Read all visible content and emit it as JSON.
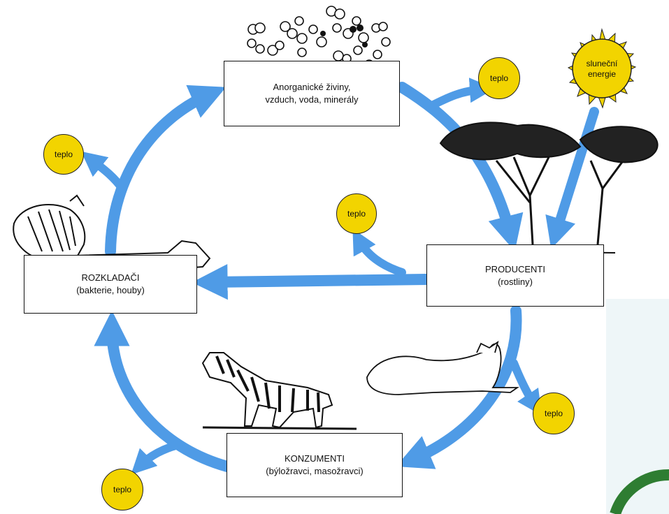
{
  "nodes": {
    "inorganic": {
      "line1": "Anorganické živiny,",
      "line2": "vzduch, voda, minerály"
    },
    "producers": {
      "line1": "PRODUCENTI",
      "line2": "(rostliny)"
    },
    "consumers": {
      "line1": "KONZUMENTI",
      "line2": "(býložravci, masožravci)"
    },
    "decomposers": {
      "line1": "ROZKLADAČI",
      "line2": "(bakterie, houby)"
    }
  },
  "sun": {
    "line1": "sluneční",
    "line2": "energie"
  },
  "heat_labels": [
    "teplo",
    "teplo",
    "teplo",
    "teplo",
    "teplo"
  ],
  "colors": {
    "arrow": "#4f9be6",
    "heat": "#f2d400",
    "sun": "#f2d400",
    "corner_green": "#2e7d32"
  },
  "icons": [
    "molecules-icon",
    "trees-icon",
    "zebra-icon",
    "lioness-icon",
    "carcass-icon"
  ]
}
